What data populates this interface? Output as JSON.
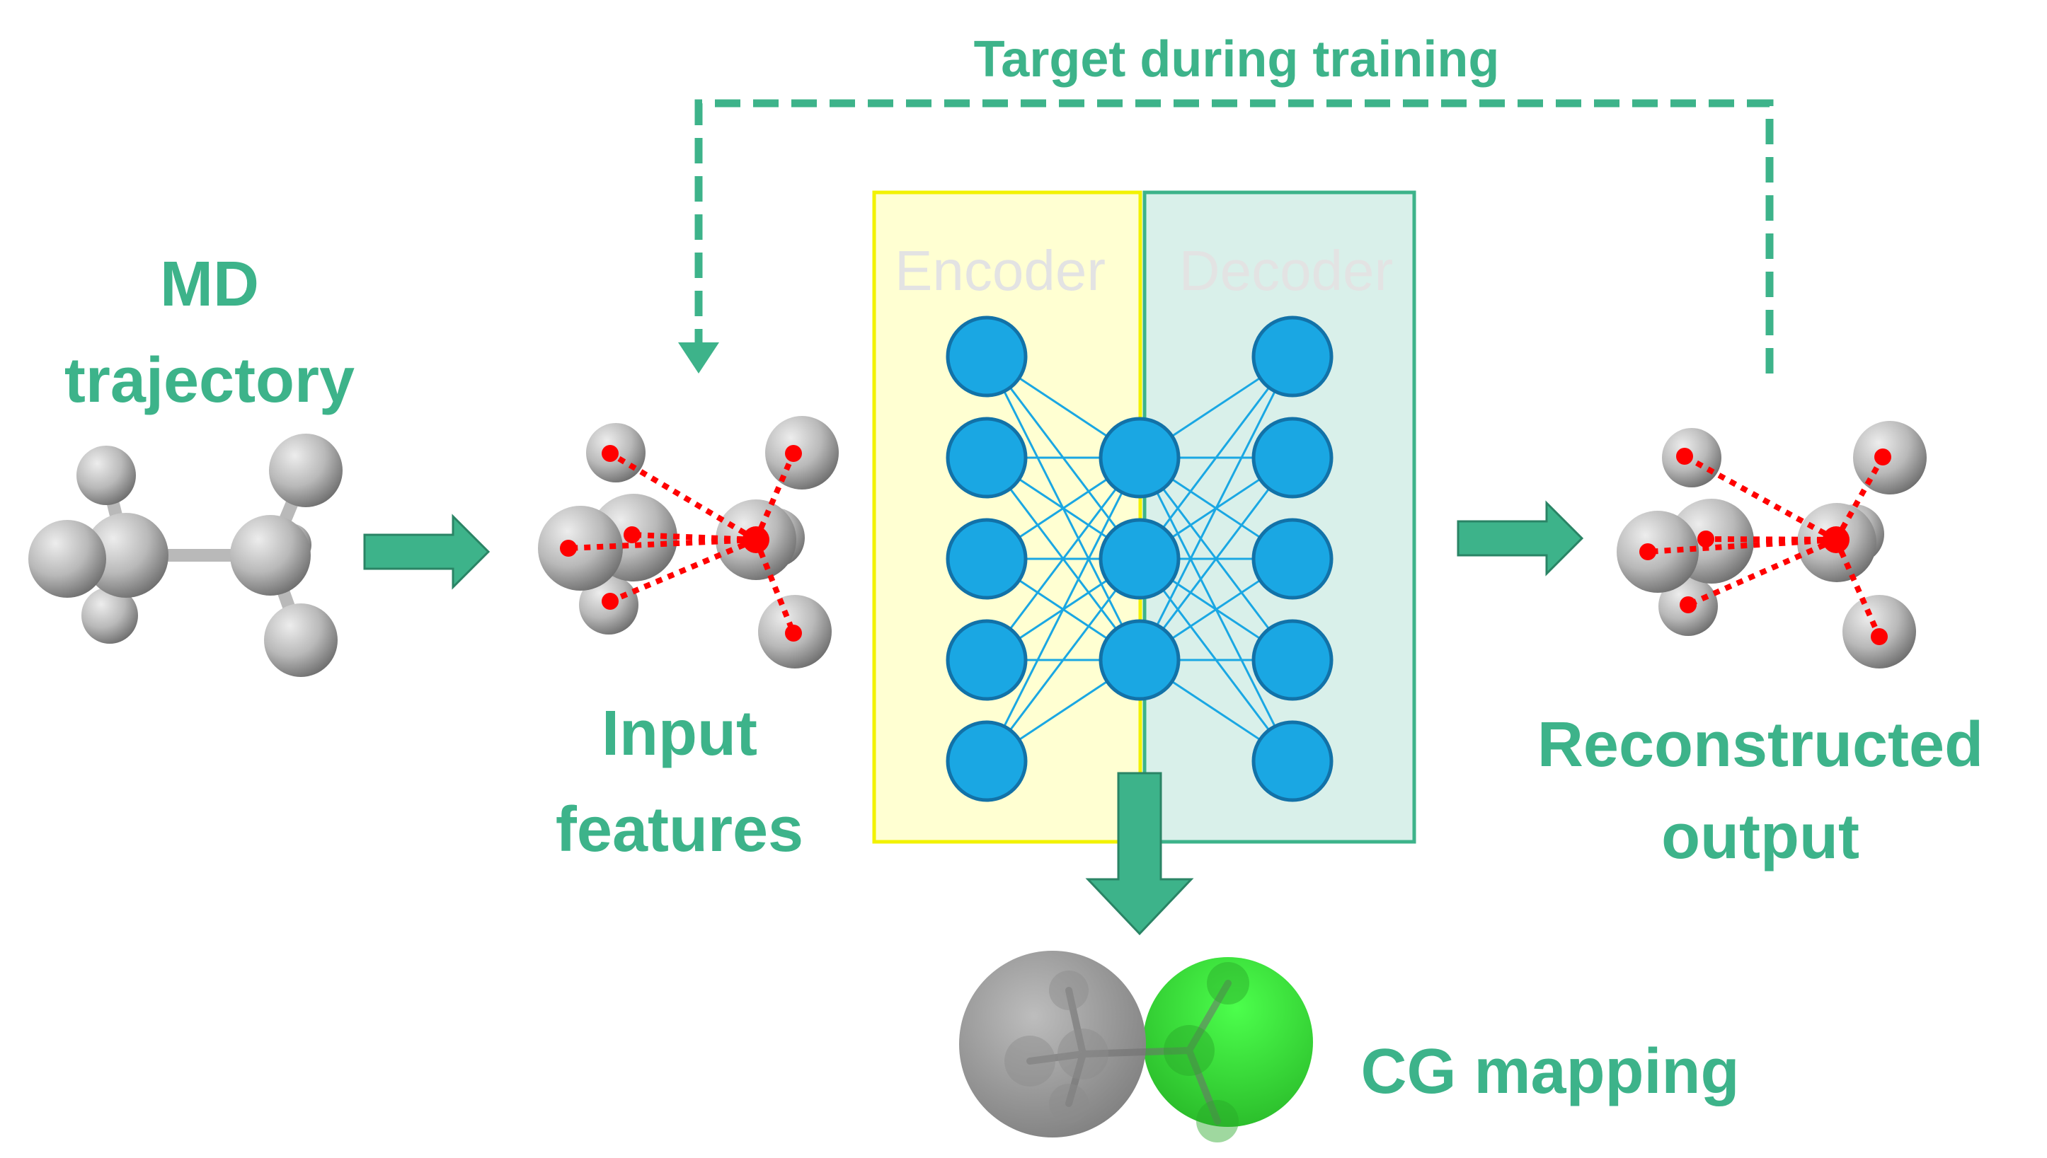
{
  "labels": {
    "target": "Target during training",
    "md_line1": "MD",
    "md_line2": "trajectory",
    "input_line1": "Input",
    "input_line2": "features",
    "encoder": "Encoder",
    "decoder": "Decoder",
    "recon_line1": "Reconstructed",
    "recon_line2": "output",
    "cg": "CG mapping"
  },
  "network": {
    "layers": [
      5,
      3,
      5
    ]
  },
  "colors": {
    "label_green": "#3db38a",
    "arrow_green": "#3db38a",
    "encoder_fill": "#ffffd2",
    "encoder_border": "#f2f200",
    "decoder_fill": "#d9f0ea",
    "decoder_border": "#3db38a",
    "node_fill": "#1aa7e3",
    "node_stroke": "#1272a8",
    "edge": "#1aa7e3",
    "atom_gray": "#a9a9a9",
    "marker_red": "#ff0000",
    "cg_gray": "#9a9a9a",
    "cg_green": "#3de83d"
  }
}
